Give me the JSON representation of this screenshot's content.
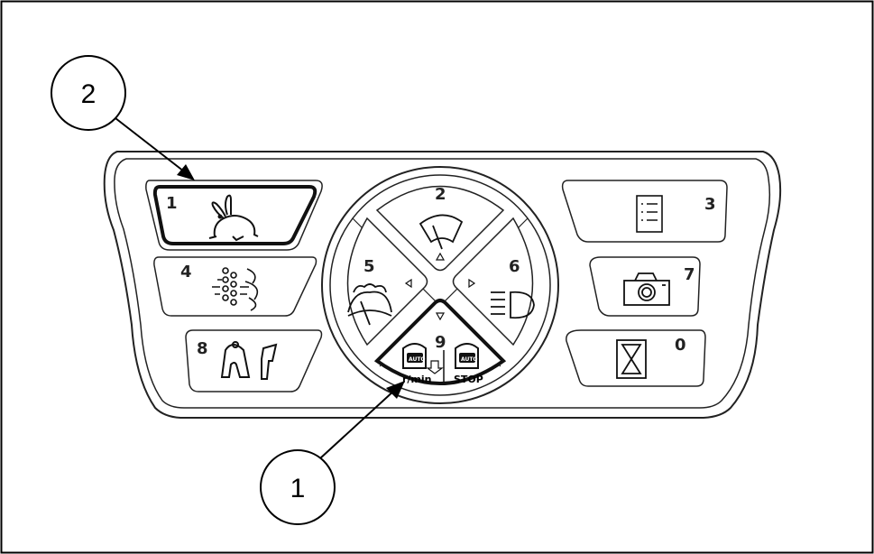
{
  "callouts": [
    {
      "label": "2"
    },
    {
      "label": "1"
    }
  ],
  "keys": {
    "k1": {
      "number": "1",
      "icon": "rabbit-icon",
      "highlighted": true
    },
    "k4": {
      "number": "4",
      "icon": "lights-icon"
    },
    "k8": {
      "number": "8",
      "icon": "hitch-icon"
    },
    "k3": {
      "number": "3",
      "icon": "list-icon"
    },
    "k7": {
      "number": "7",
      "icon": "camera-icon"
    },
    "k0": {
      "number": "0",
      "icon": "hourglass-icon"
    },
    "k2": {
      "number": "2",
      "icon": "wiper-front-icon"
    },
    "k5": {
      "number": "5",
      "icon": "wiper-rear-icon"
    },
    "k6": {
      "number": "6",
      "icon": "headlight-icon"
    },
    "k9": {
      "number": "9",
      "left_badge": "AUTO",
      "left_unit": "r/min",
      "right_badge": "AUTO",
      "right_label": "STOP",
      "highlighted": true
    }
  },
  "colors": {
    "outline": "#222222",
    "highlight": "#111111",
    "background": "#ffffff"
  }
}
